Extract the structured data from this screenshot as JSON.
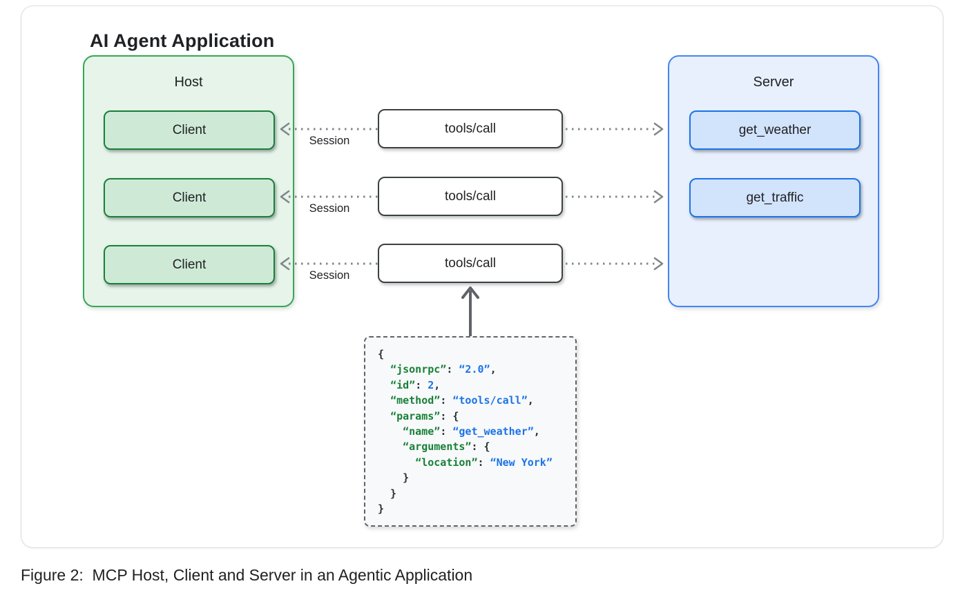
{
  "figure": {
    "title": "AI Agent Application",
    "caption": "Figure 2:  MCP Host, Client and Server in an Agentic Application"
  },
  "host": {
    "label": "Host",
    "clients": [
      {
        "label": "Client"
      },
      {
        "label": "Client"
      },
      {
        "label": "Client"
      }
    ]
  },
  "calls": [
    {
      "label": "tools/call"
    },
    {
      "label": "tools/call"
    },
    {
      "label": "tools/call"
    }
  ],
  "connections": {
    "session_labels": [
      "Session",
      "Session",
      "Session"
    ]
  },
  "server": {
    "label": "Server",
    "tools": [
      {
        "label": "get_weather"
      },
      {
        "label": "get_traffic"
      }
    ]
  },
  "code_block": {
    "lines": [
      [
        {
          "t": "{",
          "c": "plain"
        }
      ],
      [
        {
          "t": "  ",
          "c": "plain"
        },
        {
          "t": "“jsonrpc”",
          "c": "key"
        },
        {
          "t": ": ",
          "c": "plain"
        },
        {
          "t": "“2.0”",
          "c": "str"
        },
        {
          "t": ",",
          "c": "plain"
        }
      ],
      [
        {
          "t": "  ",
          "c": "plain"
        },
        {
          "t": "“id”",
          "c": "key"
        },
        {
          "t": ": ",
          "c": "plain"
        },
        {
          "t": "2",
          "c": "num"
        },
        {
          "t": ",",
          "c": "plain"
        }
      ],
      [
        {
          "t": "  ",
          "c": "plain"
        },
        {
          "t": "“method”",
          "c": "key"
        },
        {
          "t": ": ",
          "c": "plain"
        },
        {
          "t": "“tools/call”",
          "c": "str"
        },
        {
          "t": ",",
          "c": "plain"
        }
      ],
      [
        {
          "t": "  ",
          "c": "plain"
        },
        {
          "t": "“params”",
          "c": "key"
        },
        {
          "t": ": {",
          "c": "plain"
        }
      ],
      [
        {
          "t": "    ",
          "c": "plain"
        },
        {
          "t": "“name”",
          "c": "key"
        },
        {
          "t": ": ",
          "c": "plain"
        },
        {
          "t": "“get_weather”",
          "c": "str"
        },
        {
          "t": ",",
          "c": "plain"
        }
      ],
      [
        {
          "t": "    ",
          "c": "plain"
        },
        {
          "t": "“arguments”",
          "c": "key"
        },
        {
          "t": ": {",
          "c": "plain"
        }
      ],
      [
        {
          "t": "      ",
          "c": "plain"
        },
        {
          "t": "“location”",
          "c": "key"
        },
        {
          "t": ": ",
          "c": "plain"
        },
        {
          "t": "“New York”",
          "c": "str"
        }
      ],
      [
        {
          "t": "    }",
          "c": "plain"
        }
      ],
      [
        {
          "t": "  }",
          "c": "plain"
        }
      ],
      [
        {
          "t": "}",
          "c": "plain"
        }
      ]
    ]
  },
  "colors": {
    "host-bg": "#e6f4ea",
    "host-border": "#34a853",
    "client-bg": "#ceead6",
    "client-border": "#188038",
    "server-bg": "#e8f0fe",
    "server-border": "#4285f4",
    "tool-bg": "#d2e3fc",
    "tool-border": "#1a73e8",
    "call-border": "#3c4043",
    "connector": "#80868b",
    "arrow": "#5f6368",
    "code-plain": "#263238",
    "code-key": "#188038",
    "code-str": "#1a73e8",
    "code-num": "#1a73e8"
  }
}
